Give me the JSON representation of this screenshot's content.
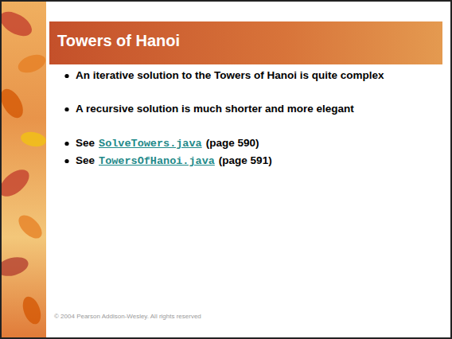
{
  "diagram": {
    "title": "Towers of Hanoi",
    "labels": [
      "An iterative solution to the Towers of Hanoi is quite complex",
      "A recursive solution is much shorter and more elegant",
      "See",
      "SolveTowers.java",
      "(page 590)",
      "See",
      "TowersOfHanoi.java",
      "(page 591)",
      "© 2004 Pearson Addison-Wesley. All rights reserved"
    ]
  }
}
